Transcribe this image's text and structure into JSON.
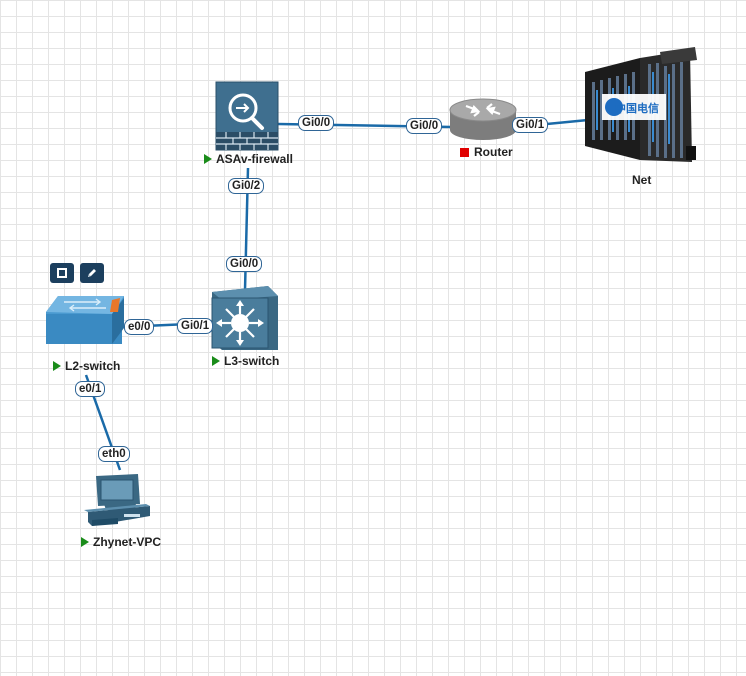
{
  "nodes": {
    "asav": {
      "name": "ASAv-firewall",
      "status": "running",
      "icon": "firewall-icon"
    },
    "router": {
      "name": "Router",
      "status": "stopped",
      "icon": "router-icon"
    },
    "net": {
      "name": "Net",
      "icon": "cloud-server-icon",
      "logo_text": "中国电信"
    },
    "l3": {
      "name": "L3-switch",
      "status": "running",
      "icon": "l3-switch-icon"
    },
    "l2": {
      "name": "L2-switch",
      "status": "running",
      "icon": "l2-switch-icon"
    },
    "vpc": {
      "name": "Zhynet-VPC",
      "status": "running",
      "icon": "pc-icon"
    }
  },
  "ports": {
    "asav_gi00": "Gi0/0",
    "router_gi00": "Gi0/0",
    "router_gi01": "Gi0/1",
    "asav_gi02": "Gi0/2",
    "l3_gi00": "Gi0/0",
    "l3_gi01": "Gi0/1",
    "l2_e00": "e0/0",
    "l2_e01": "e0/1",
    "vpc_eth0": "eth0"
  },
  "toolbar": {
    "items": [
      "stop-square-icon",
      "edit-pencil-icon"
    ]
  },
  "colors": {
    "link": "#1a6aa8",
    "running": "#1a8c1a",
    "stopped": "#e00000",
    "device_blue": "#3f6f8f",
    "port_border": "#2f6596"
  }
}
